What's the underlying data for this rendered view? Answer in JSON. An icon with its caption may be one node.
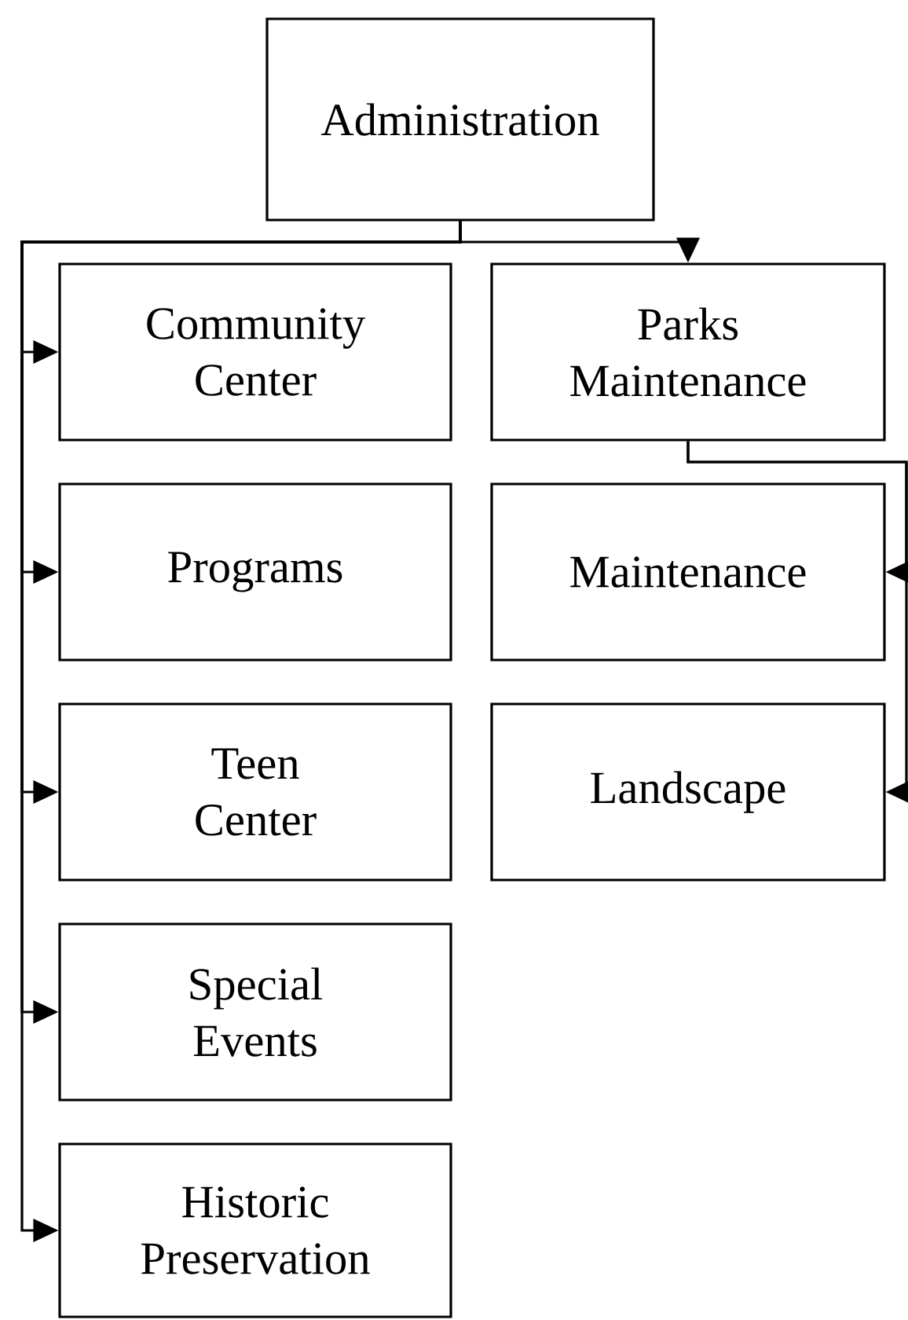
{
  "diagram": {
    "nodes": [
      {
        "text": [
          "Administration"
        ]
      },
      {
        "text": [
          "Community Center"
        ]
      },
      {
        "text": [
          "Parks Maintenance"
        ]
      },
      {
        "text": [
          "Programs"
        ]
      },
      {
        "text": [
          "Maintenance"
        ]
      },
      {
        "text": [
          "Teen Center"
        ]
      },
      {
        "text": [
          "Landscape"
        ]
      },
      {
        "text": [
          "Special Events"
        ]
      },
      {
        "text": [
          "Historic Preservation"
        ]
      }
    ],
    "edges": [
      {
        "from": 0,
        "to": 1,
        "arrow": "to"
      },
      {
        "from": 0,
        "to": 2,
        "arrow": "to"
      },
      {
        "from": 0,
        "to": 3,
        "arrow": "to"
      },
      {
        "from": 0,
        "to": 5,
        "arrow": "to"
      },
      {
        "from": 0,
        "to": 7,
        "arrow": "to"
      },
      {
        "from": 0,
        "to": 8,
        "arrow": "to"
      },
      {
        "from": 2,
        "to": 4,
        "arrow": "to"
      },
      {
        "from": 2,
        "to": 6,
        "arrow": "to"
      }
    ]
  }
}
